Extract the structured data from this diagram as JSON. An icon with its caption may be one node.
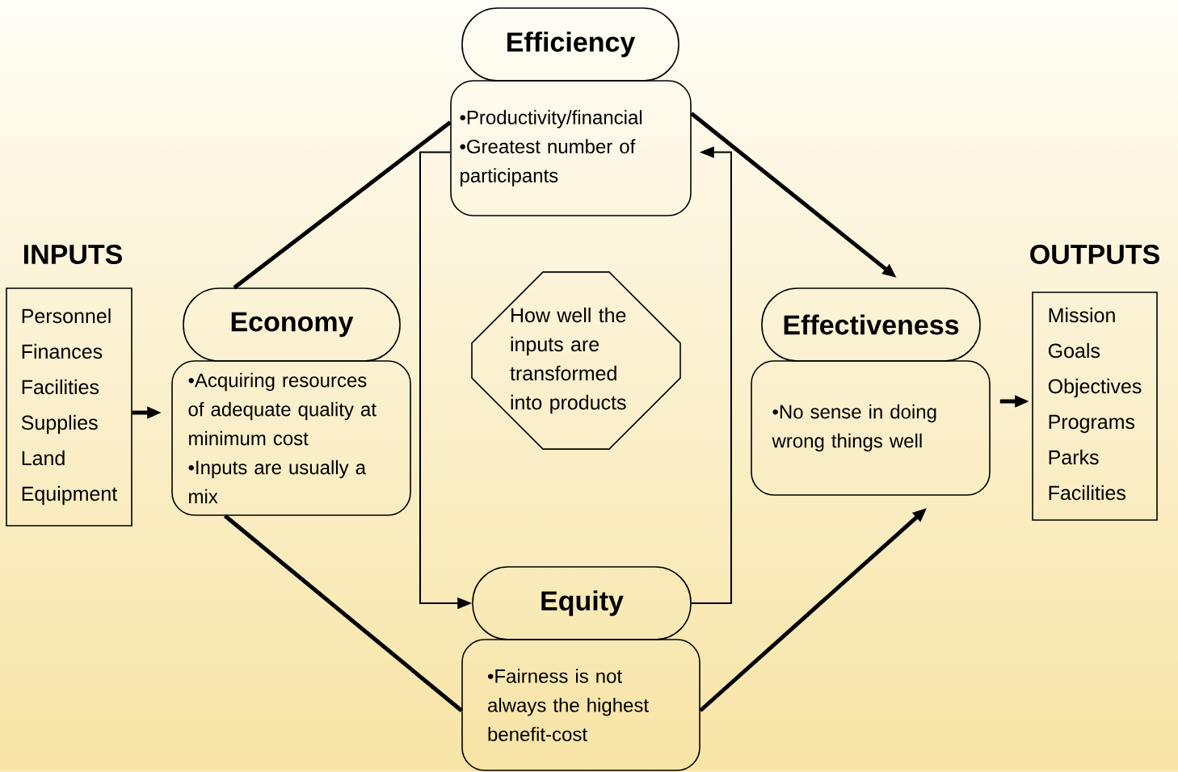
{
  "diagram": {
    "nodes": [
      {
        "text": [
          "INPUTS",
          "Personnel",
          "Finances",
          "Facilities",
          "Supplies",
          "Land",
          "Equipment"
        ]
      },
      {
        "text": [
          "Economy"
        ]
      },
      {
        "text": [
          "•Acquiring resources of adequate quality at minimum cost",
          "•Inputs are usually a mix"
        ]
      },
      {
        "text": [
          "Efficiency"
        ]
      },
      {
        "text": [
          "•Productivity/financial",
          "•Greatest number of participants"
        ]
      },
      {
        "text": [
          "How well the inputs are transformed into products"
        ]
      },
      {
        "text": [
          "Effectiveness"
        ]
      },
      {
        "text": [
          "•No sense in doing wrong things well"
        ]
      },
      {
        "text": [
          "Equity"
        ]
      },
      {
        "text": [
          "•Fairness is not always the highest benefit-cost"
        ]
      },
      {
        "text": [
          "OUTPUTS",
          "Mission",
          "Goals",
          "Objectives",
          "Programs",
          "Parks",
          "Facilities"
        ]
      }
    ],
    "edges": [
      {
        "from": 0,
        "to": 2,
        "arrow": "to"
      },
      {
        "from": 1,
        "to": 4,
        "arrow": "none"
      },
      {
        "from": 4,
        "to": 6,
        "arrow": "to"
      },
      {
        "from": 2,
        "to": 9,
        "arrow": "none"
      },
      {
        "from": 9,
        "to": 7,
        "arrow": "to"
      },
      {
        "from": 7,
        "to": 10,
        "arrow": "to"
      },
      {
        "from": 4,
        "to": 8,
        "arrow": "to"
      },
      {
        "from": 8,
        "to": 4,
        "arrow": "to"
      }
    ]
  }
}
